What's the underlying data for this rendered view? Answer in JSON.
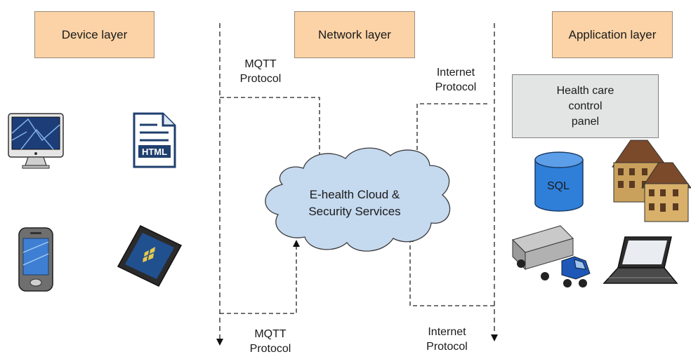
{
  "layers": {
    "device": "Device layer",
    "network": "Network layer",
    "application": "Application layer"
  },
  "protocols": {
    "mqtt_top": [
      "MQTT",
      "Protocol"
    ],
    "internet_top": [
      "Internet",
      "Protocol"
    ],
    "mqtt_bottom": [
      "MQTT",
      "Protocol"
    ],
    "internet_bottom": [
      "Internet",
      "Protocol"
    ]
  },
  "cloud": [
    "E-health Cloud &",
    "Security Services"
  ],
  "panel": [
    "Health care",
    "control",
    "panel"
  ],
  "icons": {
    "sql_label": "SQL",
    "html_label": "HTML",
    "device_icons": [
      "desktop-computer-icon",
      "html-document-icon",
      "smartphone-icon",
      "tablet-icon"
    ],
    "app_icons": [
      "database-icon",
      "buildings-icon",
      "truck-icon",
      "laptop-icon"
    ]
  },
  "colors": {
    "layer_box": "#fbd3a6",
    "cloud_fill": "#c5d9ef",
    "database": "#2f7fd9",
    "panel": "#e3e5e4"
  }
}
